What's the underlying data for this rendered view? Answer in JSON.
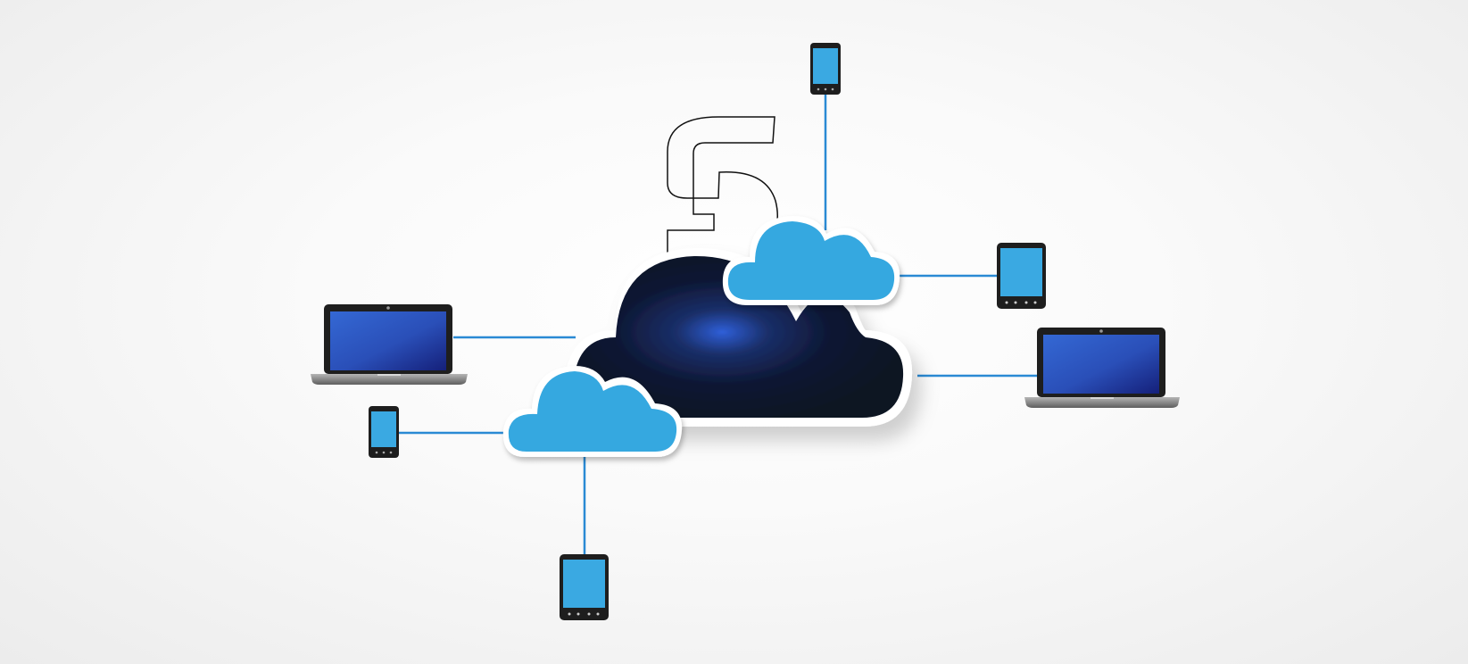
{
  "diagram": {
    "numeral": "5",
    "colors": {
      "background": "#f4f4f4",
      "dark_cloud": "#0b1428",
      "dark_cloud_glow": "#2f5fd8",
      "light_cloud": "#36a8e0",
      "connector": "#2a8ad4",
      "device_frame": "#1e1e1e",
      "phone_screen": "#3aa9e2",
      "laptop_screen": "#2a4fb8",
      "laptop_base": "#8a8a8a"
    },
    "clouds": [
      {
        "name": "central-dark-cloud",
        "color": "dark"
      },
      {
        "name": "upper-blue-cloud",
        "color": "light"
      },
      {
        "name": "lower-blue-cloud",
        "color": "light"
      }
    ],
    "devices": [
      {
        "name": "phone-top",
        "icon": "smartphone-icon"
      },
      {
        "name": "tablet-right",
        "icon": "tablet-icon"
      },
      {
        "name": "laptop-right",
        "icon": "laptop-icon"
      },
      {
        "name": "laptop-left",
        "icon": "laptop-icon"
      },
      {
        "name": "phone-left",
        "icon": "smartphone-icon"
      },
      {
        "name": "tablet-bottom",
        "icon": "tablet-icon"
      }
    ]
  }
}
